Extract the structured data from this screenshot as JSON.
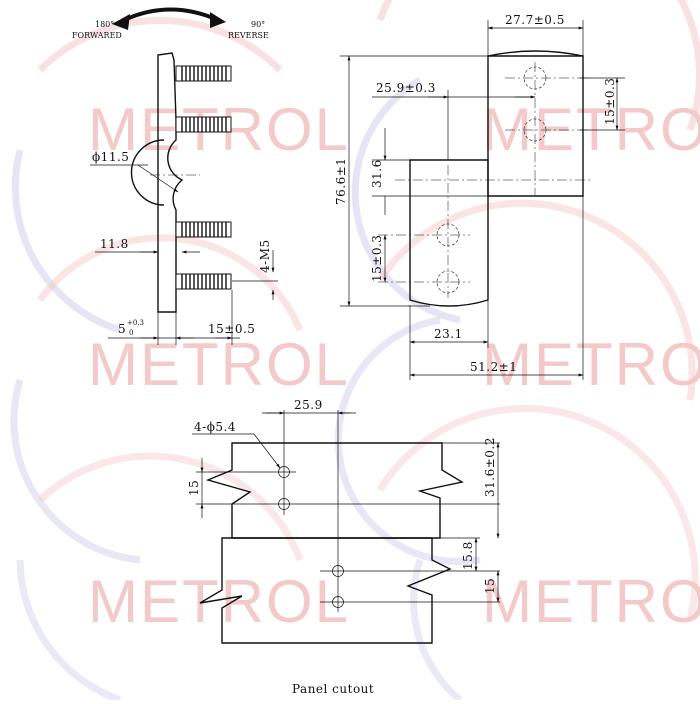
{
  "watermark": {
    "brand": "METROL",
    "colors": {
      "arc_red": "#f6c9c9",
      "arc_blue": "#cfd0ec",
      "text": "#f3c9c9"
    }
  },
  "rotation": {
    "forward_angle": "180°",
    "forward_label": "FORWARED",
    "reverse_angle": "90°",
    "reverse_label": "REVERSE"
  },
  "side_view": {
    "hole_dia": "ϕ11.5",
    "offset": "11.8",
    "thread": "4-M5",
    "plate_thk": "5",
    "plate_tol_upper": "+0.3",
    "plate_tol_lower": "0",
    "stud_len": "15±0.5"
  },
  "front_view": {
    "top_width": "27.7±0.5",
    "hole_offset": "25.9±0.3",
    "top_pitch": "15±0.3",
    "total_height": "76.6±1",
    "leaf_height": "31.6",
    "bottom_pitch": "15±0.3",
    "bottom_width": "23.1",
    "total_width": "51.2±1"
  },
  "cutout": {
    "hole_spacing": "25.9",
    "holes": "4-ϕ5.4",
    "pitch_left": "15",
    "height": "31.6±0.2",
    "gap": "15.8",
    "pitch_right": "15",
    "caption": "Panel cutout"
  }
}
